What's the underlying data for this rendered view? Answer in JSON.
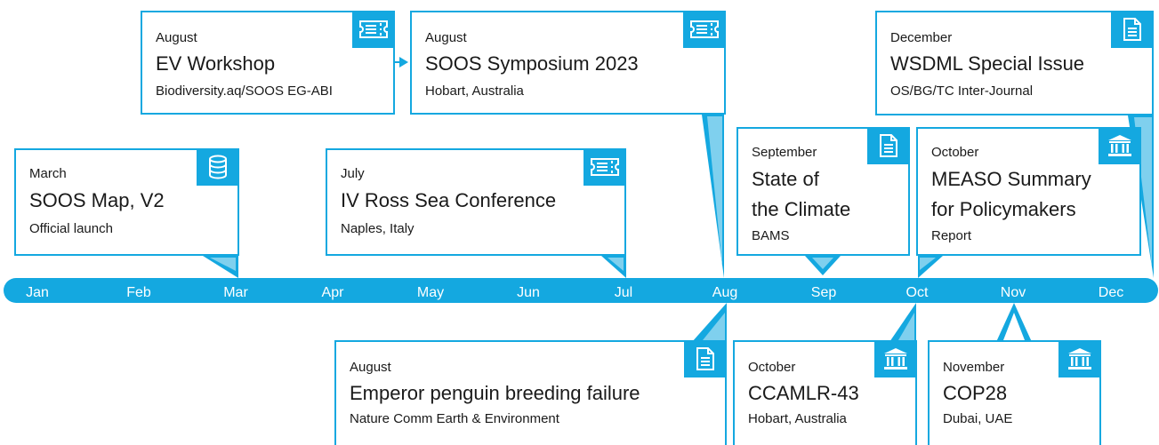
{
  "timeline": {
    "months": [
      "Jan",
      "Feb",
      "Mar",
      "Apr",
      "May",
      "Jun",
      "Jul",
      "Aug",
      "Sep",
      "Oct",
      "Nov",
      "Dec"
    ],
    "color": "#14a8e0"
  },
  "events": [
    {
      "id": "soos-map",
      "month": "March",
      "title": "SOOS Map, V2",
      "subtitle": "Official launch",
      "icon": "database-icon"
    },
    {
      "id": "ev-workshop",
      "month": "August",
      "title": "EV Workshop",
      "subtitle": "Biodiversity.aq/SOOS EG-ABI",
      "icon": "ticket-icon"
    },
    {
      "id": "soos-symposium",
      "month": "August",
      "title": "SOOS Symposium 2023",
      "subtitle": "Hobart, Australia",
      "icon": "ticket-icon"
    },
    {
      "id": "ross-sea",
      "month": "July",
      "title": "IV Ross Sea Conference",
      "subtitle": "Naples, Italy",
      "icon": "ticket-icon"
    },
    {
      "id": "state-of-climate",
      "month": "September",
      "title": "State of the Climate",
      "title_lines": [
        "State of",
        "the Climate"
      ],
      "subtitle": "BAMS",
      "icon": "document-icon"
    },
    {
      "id": "measo",
      "month": "October",
      "title": "MEASO Summary for Policymakers",
      "title_lines": [
        "MEASO Summary",
        "for Policymakers"
      ],
      "subtitle": "Report",
      "icon": "institution-icon"
    },
    {
      "id": "wsdml",
      "month": "December",
      "title": "WSDML Special Issue",
      "subtitle": "OS/BG/TC Inter-Journal",
      "icon": "document-icon"
    },
    {
      "id": "emperor-penguin",
      "month": "August",
      "title": "Emperor penguin breeding failure",
      "subtitle": "Nature Comm Earth &  Environment",
      "icon": "document-icon"
    },
    {
      "id": "ccamlr",
      "month": "October",
      "title": "CCAMLR-43",
      "subtitle": "Hobart, Australia",
      "icon": "institution-icon"
    },
    {
      "id": "cop28",
      "month": "November",
      "title": "COP28",
      "subtitle": "Dubai, UAE",
      "icon": "institution-icon"
    }
  ]
}
